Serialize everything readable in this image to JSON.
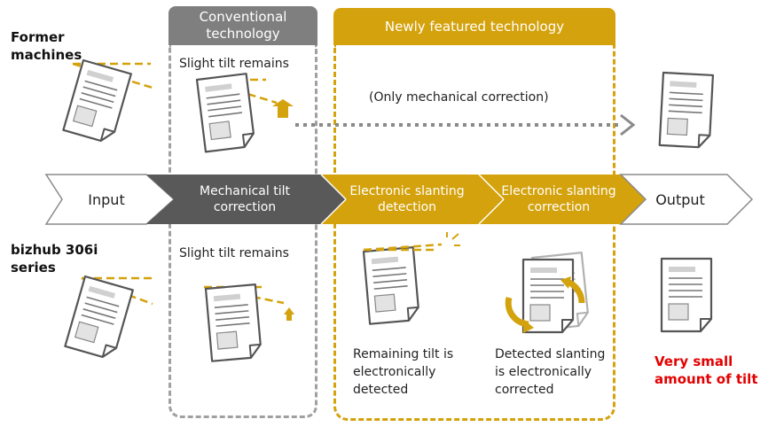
{
  "columns": {
    "conventional": "Conventional technology",
    "newly_featured": "Newly featured technology"
  },
  "rows": {
    "former": "Former machines",
    "bizhub": "bizhub 306i series"
  },
  "notes": {
    "slight_tilt_top": "Slight tilt remains",
    "slight_tilt_bottom": "Slight tilt remains",
    "only_mechanical": "(Only mechanical correction)"
  },
  "process_steps": [
    {
      "label": "Input"
    },
    {
      "label": "Mechanical tilt correction"
    },
    {
      "label": "Electronic slanting detection"
    },
    {
      "label": "Electronic slanting correction"
    },
    {
      "label": "Output"
    }
  ],
  "captions": {
    "remaining_tilt": "Remaining tilt is electronically detected",
    "detected_slanting": "Detected slanting is electronically corrected",
    "result": "Very small amount of tilt"
  },
  "colors": {
    "gold": "#d4a20c",
    "dark_gray": "#595959",
    "mid_gray": "#7f7f7f",
    "red": "#e30000"
  }
}
